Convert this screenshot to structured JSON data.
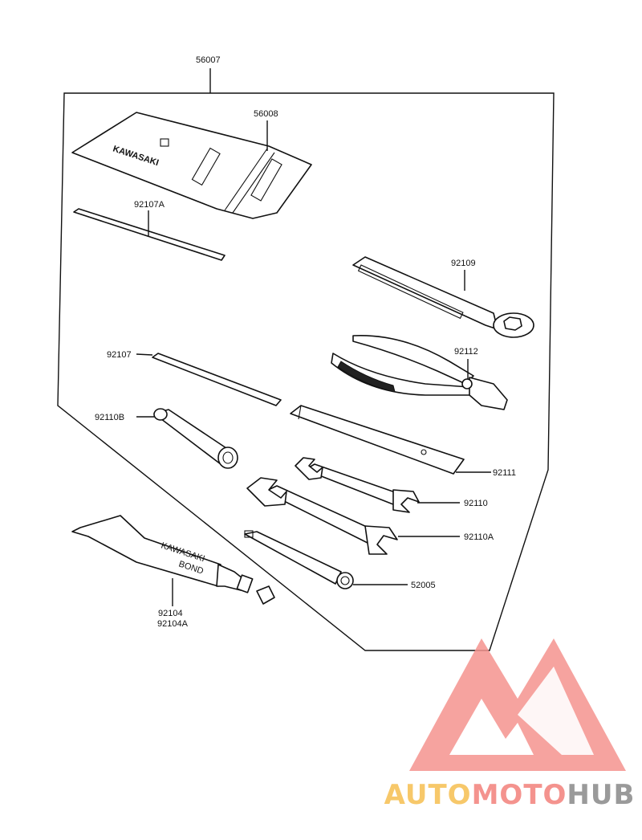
{
  "parts": {
    "p56007": "56007",
    "p56008": "56008",
    "p92107A": "92107A",
    "p92109": "92109",
    "p92107": "92107",
    "p92112": "92112",
    "p92110B": "92110B",
    "p92111": "92111",
    "p92110": "92110",
    "p92110A": "92110A",
    "p52005": "52005",
    "p92104": "92104",
    "p92104A": "92104A"
  },
  "item_text": {
    "bag_brand": "KAWASAKI",
    "tube_brand": "KAWASAKI",
    "tube_label": "BOND"
  },
  "watermark": {
    "auto": "AUTO",
    "moto": "MOTO",
    "hub": "HUB",
    "colors": {
      "auto": "#f7c86a",
      "moto": "#f4938e",
      "hub": "#9a9a9a"
    }
  }
}
